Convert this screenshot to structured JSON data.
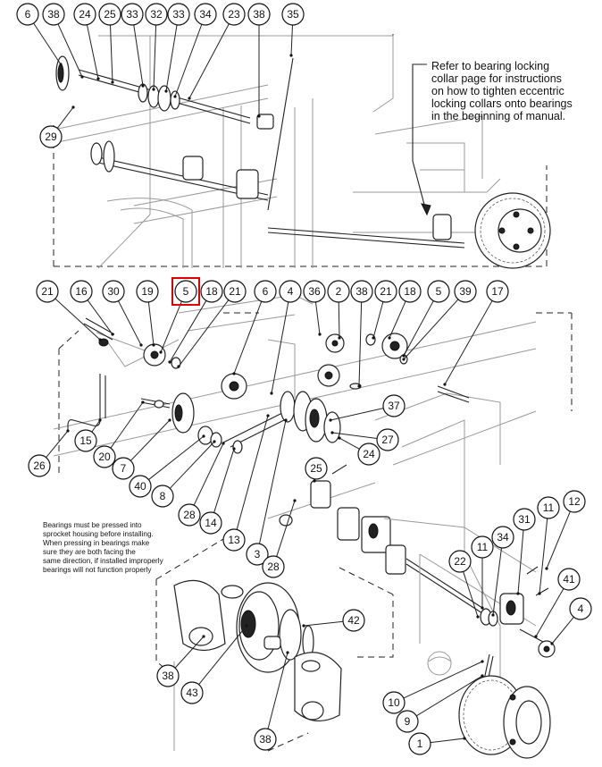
{
  "note_top": [
    "Refer to bearing locking",
    "collar page for instructions",
    "on how to tighten eccentric",
    "locking collars onto bearings",
    "in the beginning of manual."
  ],
  "note_bottom": [
    "Bearings must be pressed into",
    "sprocket housing before installing.",
    "When pressing in bearings make",
    " sure they are both facing the",
    "same direction, if installed improperly",
    "bearings will not function properly"
  ],
  "highlight_color": "#e00000",
  "callouts": [
    {
      "label": "6"
    },
    {
      "label": "38"
    },
    {
      "label": "24"
    },
    {
      "label": "25"
    },
    {
      "label": "33"
    },
    {
      "label": "32"
    },
    {
      "label": "33"
    },
    {
      "label": "34"
    },
    {
      "label": "23"
    },
    {
      "label": "38"
    },
    {
      "label": "35"
    },
    {
      "label": "29"
    },
    {
      "label": "21"
    },
    {
      "label": "16"
    },
    {
      "label": "30"
    },
    {
      "label": "19"
    },
    {
      "label": "5"
    },
    {
      "label": "18"
    },
    {
      "label": "21"
    },
    {
      "label": "6"
    },
    {
      "label": "4"
    },
    {
      "label": "36"
    },
    {
      "label": "2"
    },
    {
      "label": "38"
    },
    {
      "label": "21"
    },
    {
      "label": "18"
    },
    {
      "label": "5"
    },
    {
      "label": "39"
    },
    {
      "label": "17"
    },
    {
      "label": "37"
    },
    {
      "label": "27"
    },
    {
      "label": "24"
    },
    {
      "label": "15"
    },
    {
      "label": "20"
    },
    {
      "label": "26"
    },
    {
      "label": "7"
    },
    {
      "label": "40"
    },
    {
      "label": "8"
    },
    {
      "label": "28"
    },
    {
      "label": "14"
    },
    {
      "label": "25"
    },
    {
      "label": "13"
    },
    {
      "label": "3"
    },
    {
      "label": "28"
    },
    {
      "label": "12"
    },
    {
      "label": "11"
    },
    {
      "label": "31"
    },
    {
      "label": "11"
    },
    {
      "label": "34"
    },
    {
      "label": "22"
    },
    {
      "label": "41"
    },
    {
      "label": "4"
    },
    {
      "label": "42"
    },
    {
      "label": "38"
    },
    {
      "label": "43"
    },
    {
      "label": "38"
    },
    {
      "label": "10"
    },
    {
      "label": "9"
    },
    {
      "label": "1"
    }
  ]
}
